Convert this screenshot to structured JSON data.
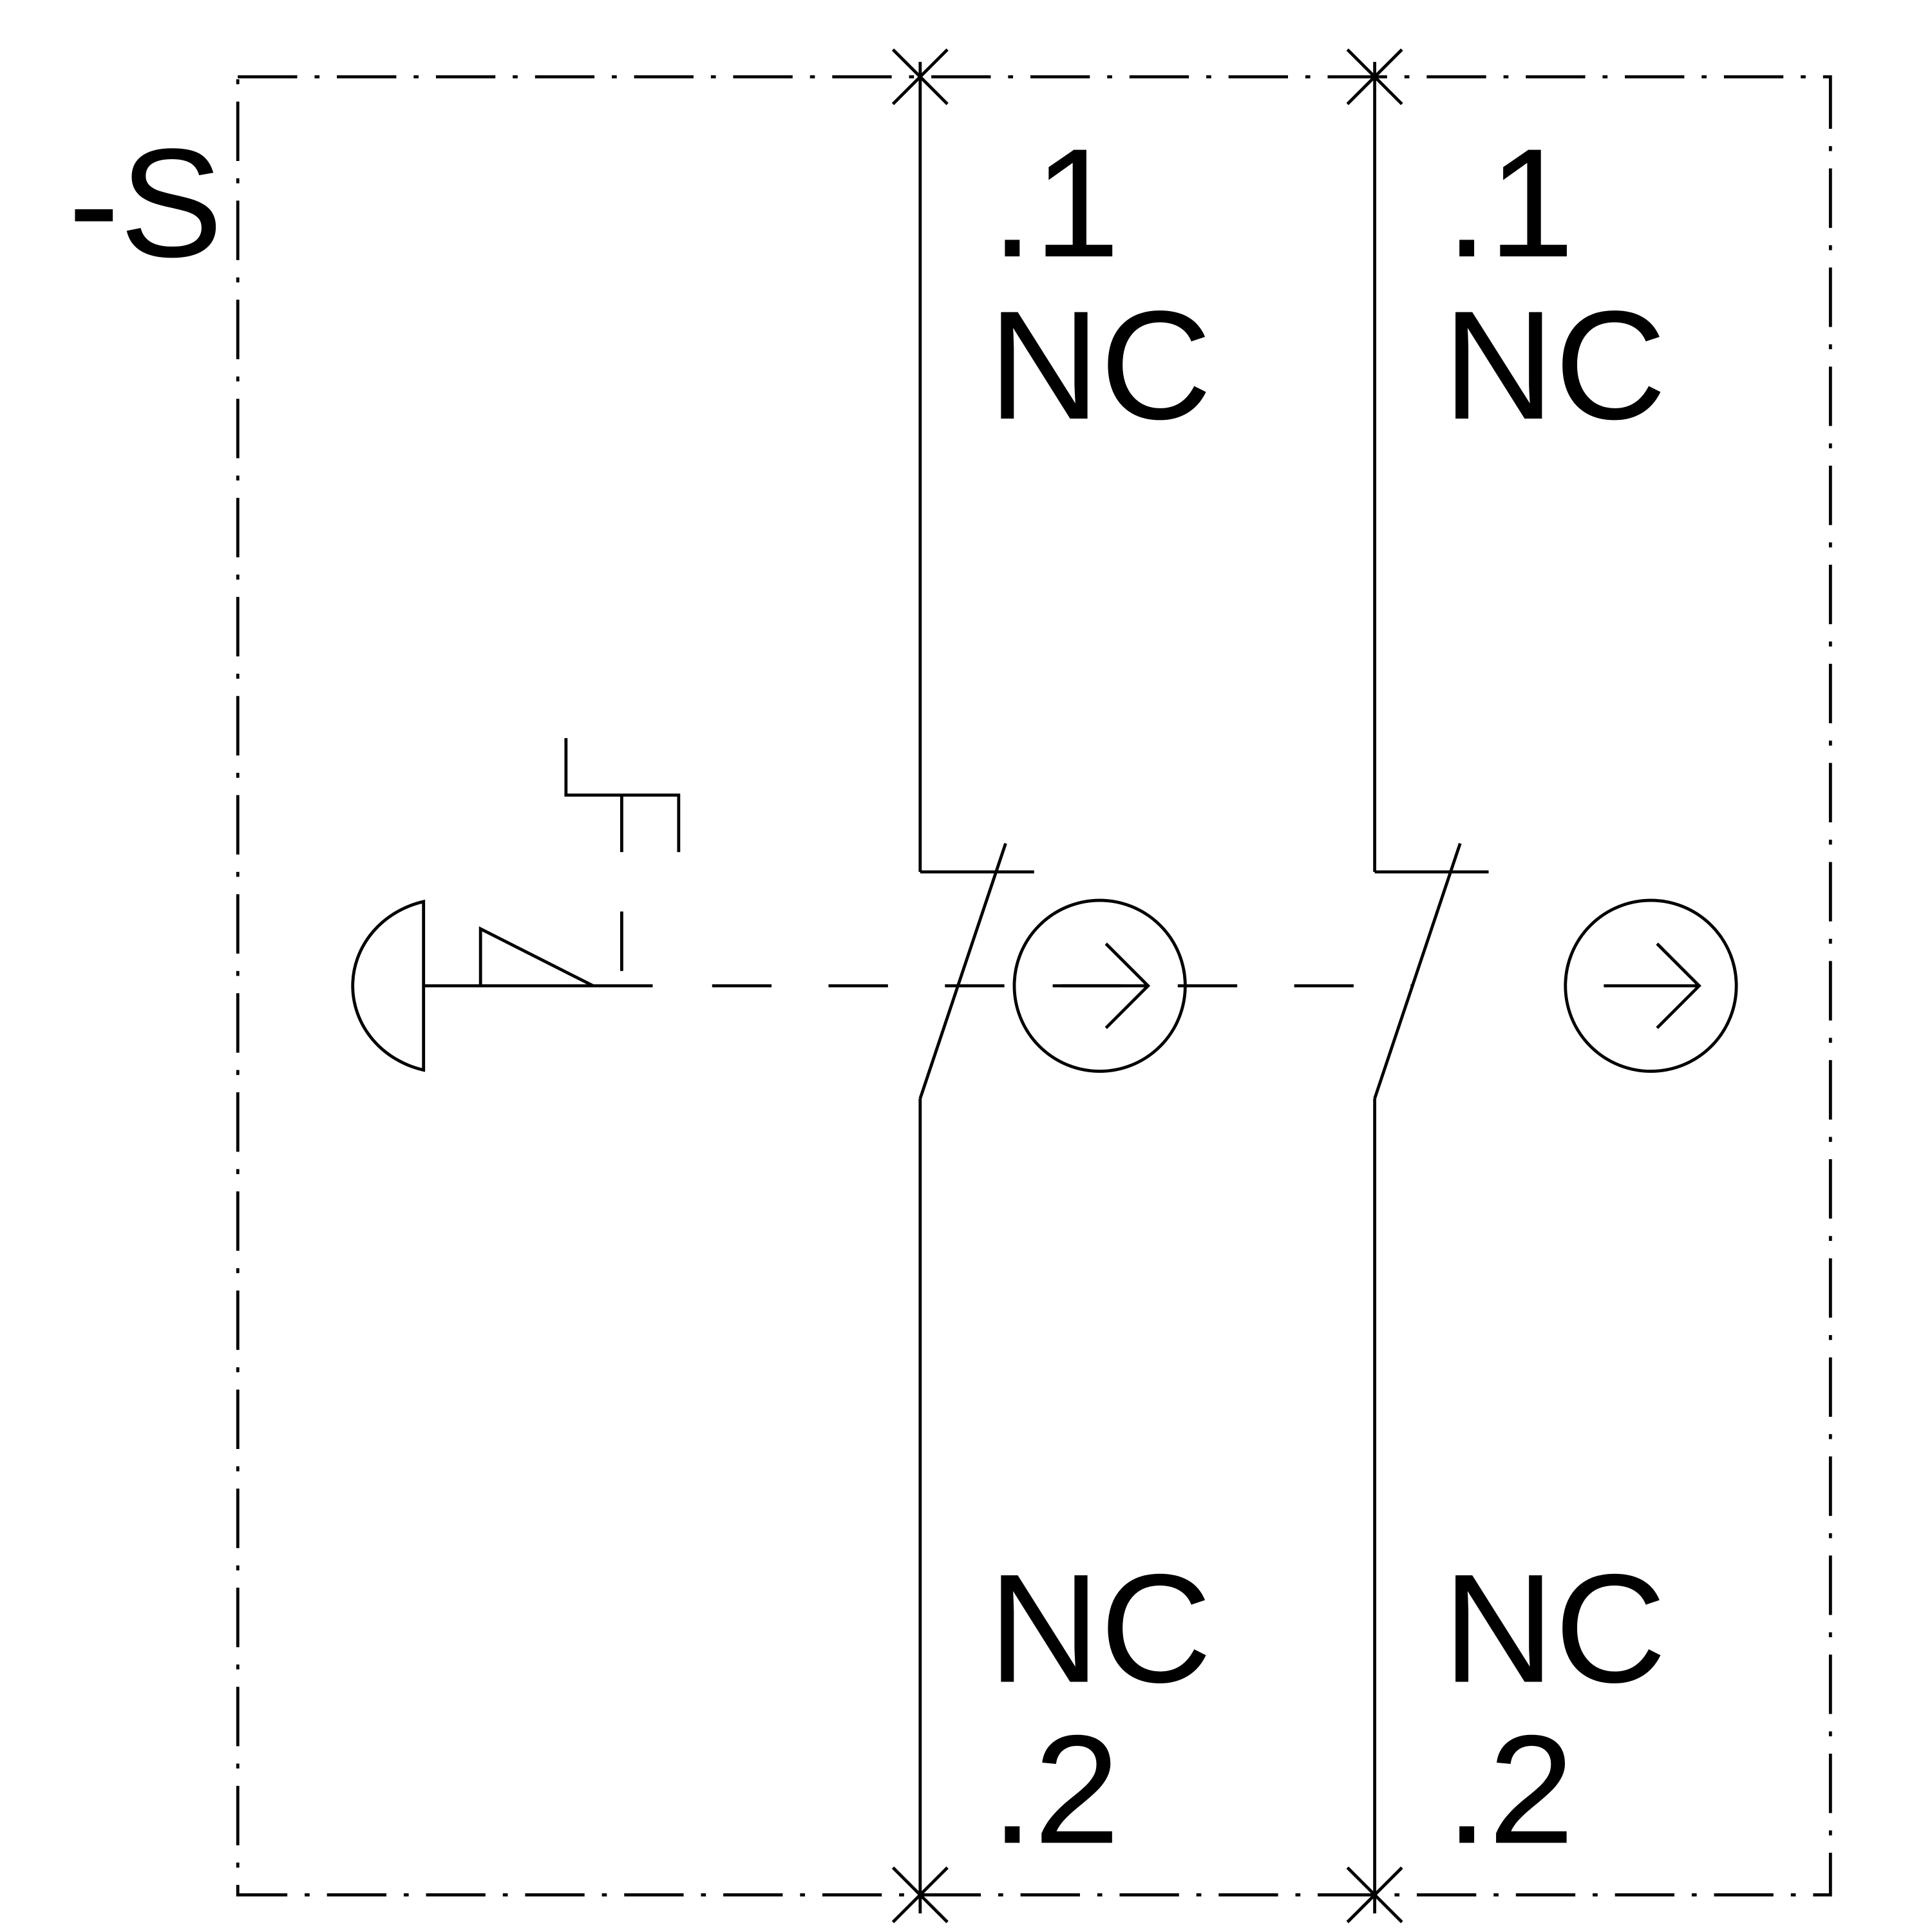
{
  "device_label": "-S",
  "contacts": [
    {
      "top_terminal": ".1",
      "top_type": "NC",
      "bottom_type": "NC",
      "bottom_terminal": ".2"
    },
    {
      "top_terminal": ".1",
      "top_type": "NC",
      "bottom_type": "NC",
      "bottom_terminal": ".2"
    }
  ],
  "colors": {
    "line": "#000000",
    "background": "#ffffff"
  }
}
